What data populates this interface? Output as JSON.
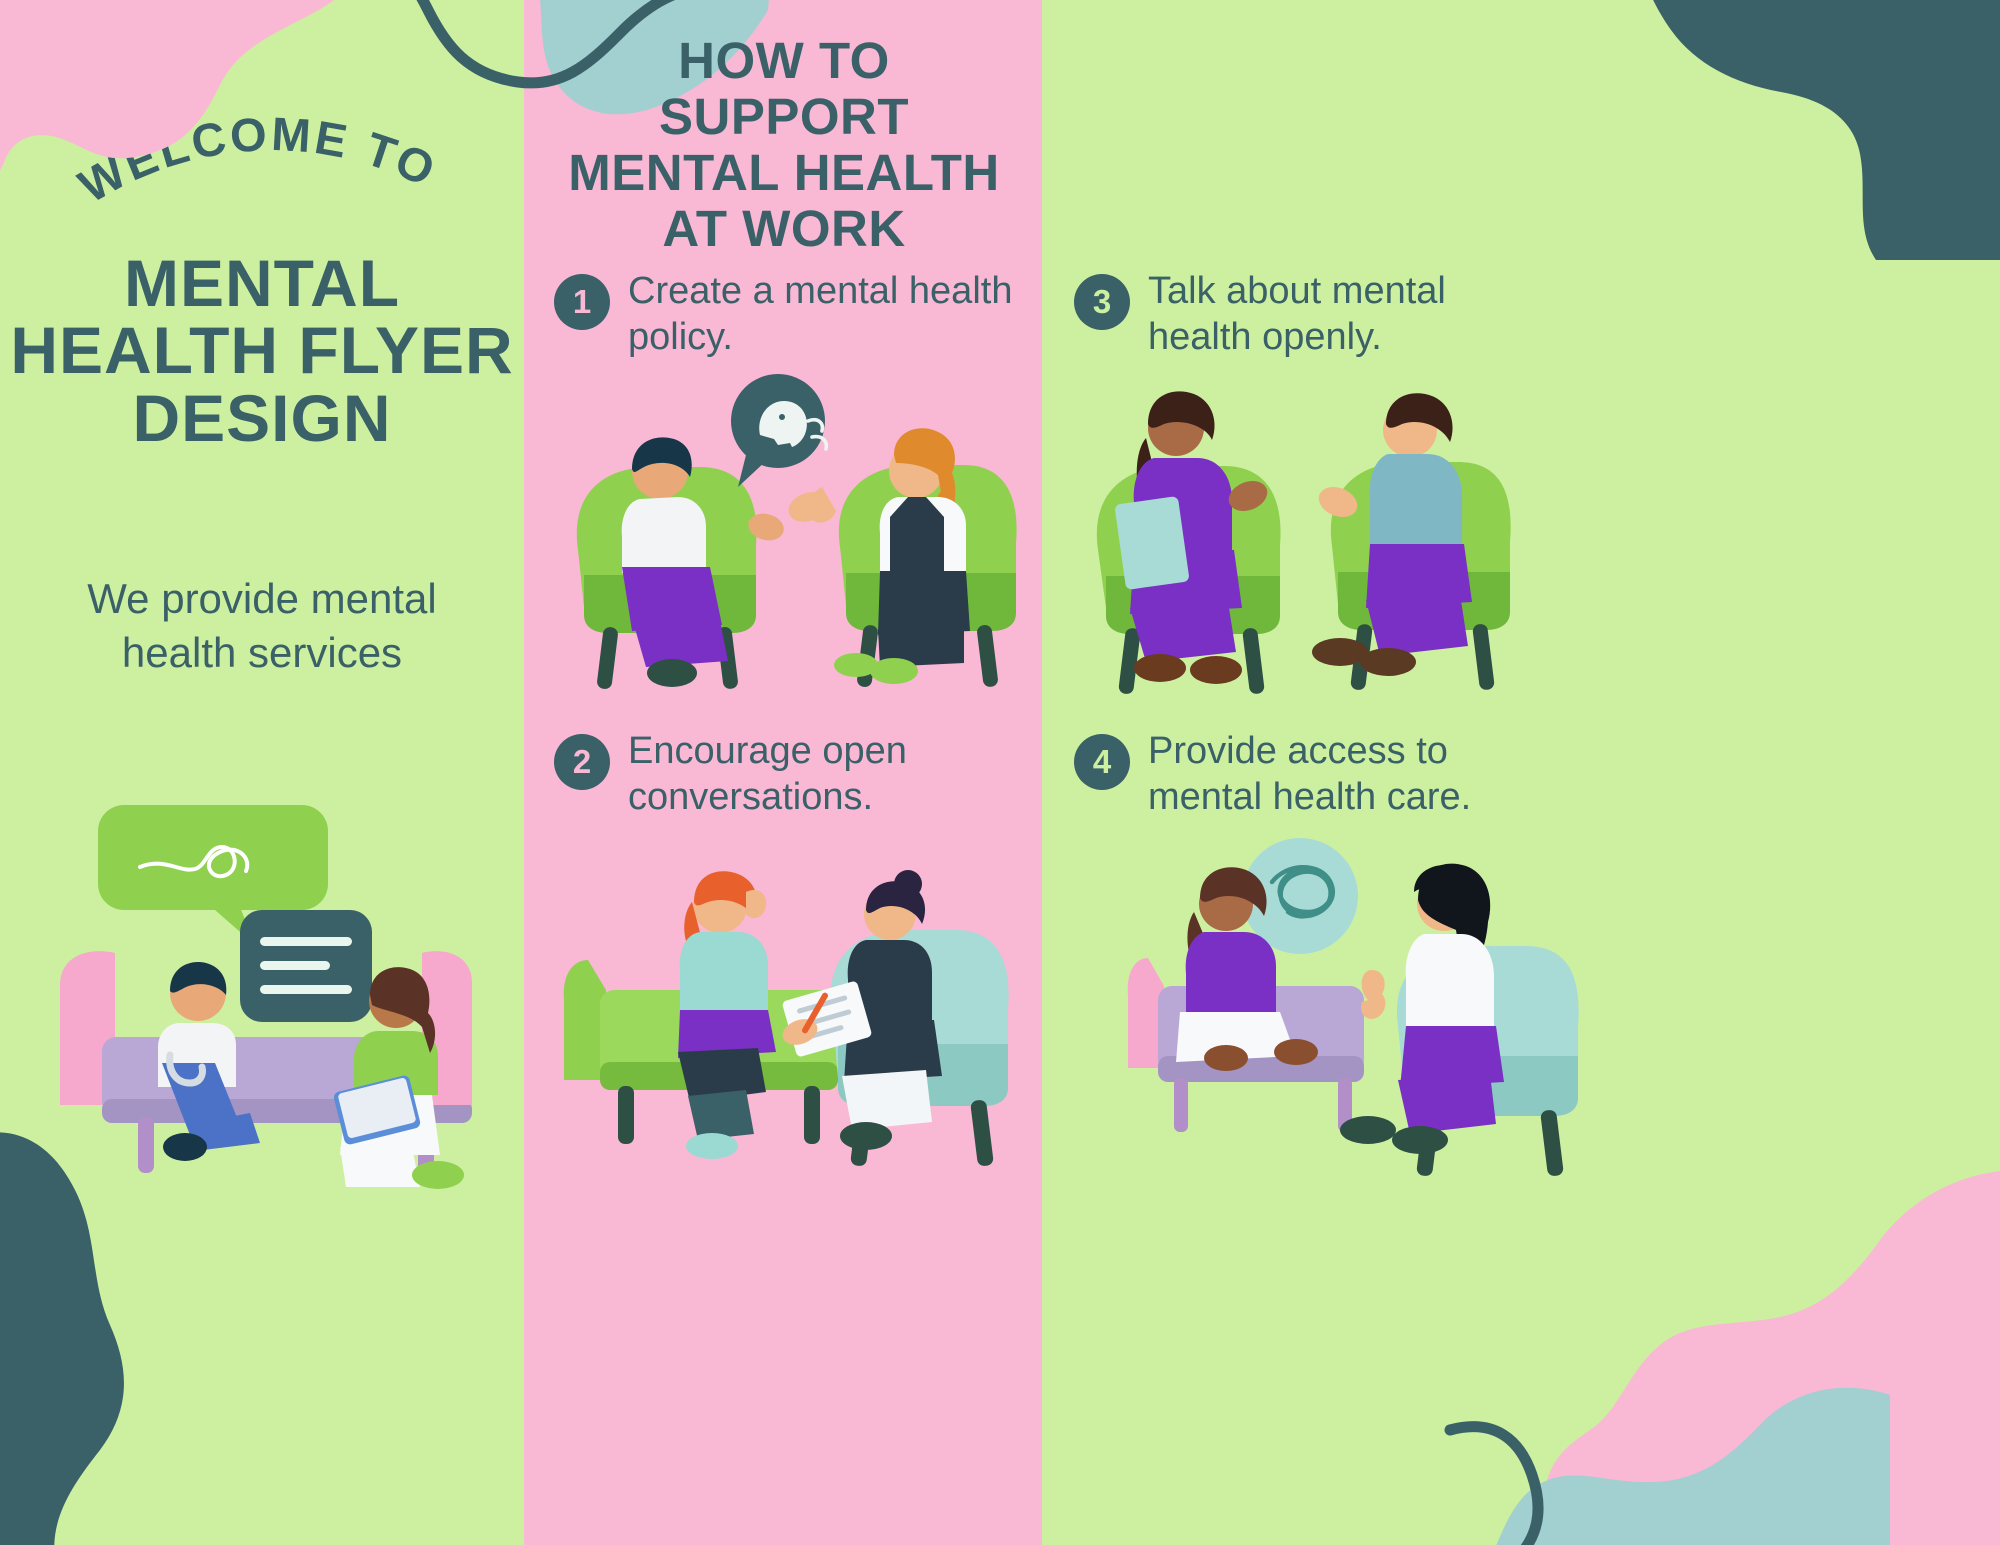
{
  "document": {
    "title": "Mental Health Flyer Design",
    "type": "trifold-flyer"
  },
  "colors": {
    "green_bg": "#cdf0a0",
    "pink_bg": "#f9b8d4",
    "dark_teal": "#3a6068",
    "light_teal_blob": "#a2cfd0",
    "chair_green": "#8dd14f",
    "purple": "#7a30c4"
  },
  "left_panel": {
    "eyebrow": "WELCOME TO",
    "title_lines": [
      "MENTAL",
      "HEALTH FLYER",
      "DESIGN"
    ],
    "lead_lines": [
      "We provide mental",
      "health services"
    ],
    "illustration": {
      "name": "counseling-session-sofa",
      "bubble_green_icon": "squiggle-scribble",
      "bubble_dark_icon": "text-lines"
    }
  },
  "middle_panel": {
    "heading_lines": [
      "HOW TO",
      "SUPPORT",
      "MENTAL HEALTH",
      "AT WORK"
    ],
    "steps": [
      {
        "number": "1",
        "text": "Create a mental health policy.",
        "illustration": "two-people-talking-armchairs",
        "illustration_icon": "thought-bubble-head"
      },
      {
        "number": "2",
        "text": "Encourage open conversations.",
        "illustration": "therapist-with-clipboard-sofa"
      }
    ]
  },
  "right_panel": {
    "steps": [
      {
        "number": "3",
        "text": "Talk about mental health openly.",
        "illustration": "two-people-conversation-chairs"
      },
      {
        "number": "4",
        "text": "Provide access to mental health care.",
        "illustration": "counseling-session-tangled-thought",
        "illustration_icon": "tangled-scribble-bubble"
      }
    ]
  }
}
